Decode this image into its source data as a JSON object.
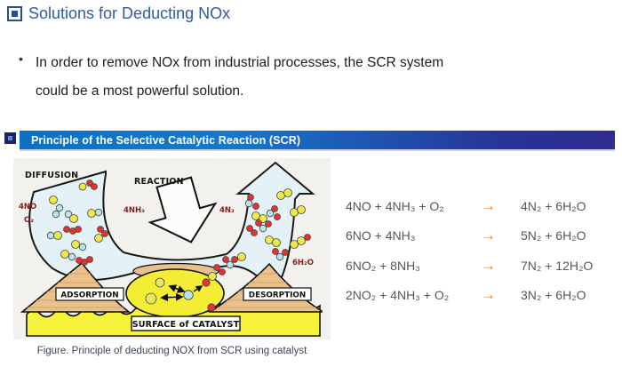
{
  "slide": {
    "title": "Solutions for Deducting NOx",
    "bullet": {
      "marker": "•",
      "lines": [
        "In order to remove NOx from industrial processes, the SCR system",
        "could be a most powerful solution."
      ]
    },
    "section_header": "Principle of the Selective Catalytic Reaction (SCR)"
  },
  "diagram": {
    "labels": {
      "diffusion": "DIFFUSION",
      "reaction": "REACTION",
      "adsorption": "ADSORPTION",
      "desorption": "DESORPTION",
      "surface": "SURFACE of CATALYST",
      "reactant_no": "4NO",
      "reactant_o2": "O₂",
      "reactant_nh3": "4NH₃",
      "product_n2": "4N₂",
      "product_h2o": "6H₂O"
    },
    "caption": "Figure. Principle of deducting NOX from SCR using catalyst"
  },
  "equations": [
    {
      "lhs": "4NO + 4NH₃ + O₂",
      "arrow": "→",
      "rhs": "4N₂ + 6H₂O"
    },
    {
      "lhs": "6NO + 4NH₃",
      "arrow": "→",
      "rhs": "5N₂ + 6H₂O"
    },
    {
      "lhs": "6NO₂ + 8NH₃",
      "arrow": "→",
      "rhs": "7N₂ + 12H₂O"
    },
    {
      "lhs": "2NO₂ + 4NH₃ + O₂",
      "arrow": "→",
      "rhs": "3N₂ + 6H₂O"
    }
  ],
  "colors": {
    "title_blue": "#2D5BA7",
    "bar_gradient_left": "#0C70C5",
    "bar_gradient_right": "#2E2C91",
    "equation_text": "#55565A",
    "equation_arrow_orange": "#F0821E",
    "catalyst_yellow": "#F7F23B",
    "mound_tan": "#EAC08C",
    "channel_blue": "#E4F1F6",
    "molecule_red": "#E4322E",
    "molecule_yellow": "#EDE94A",
    "molecule_cyan": "#B8E4EE"
  }
}
